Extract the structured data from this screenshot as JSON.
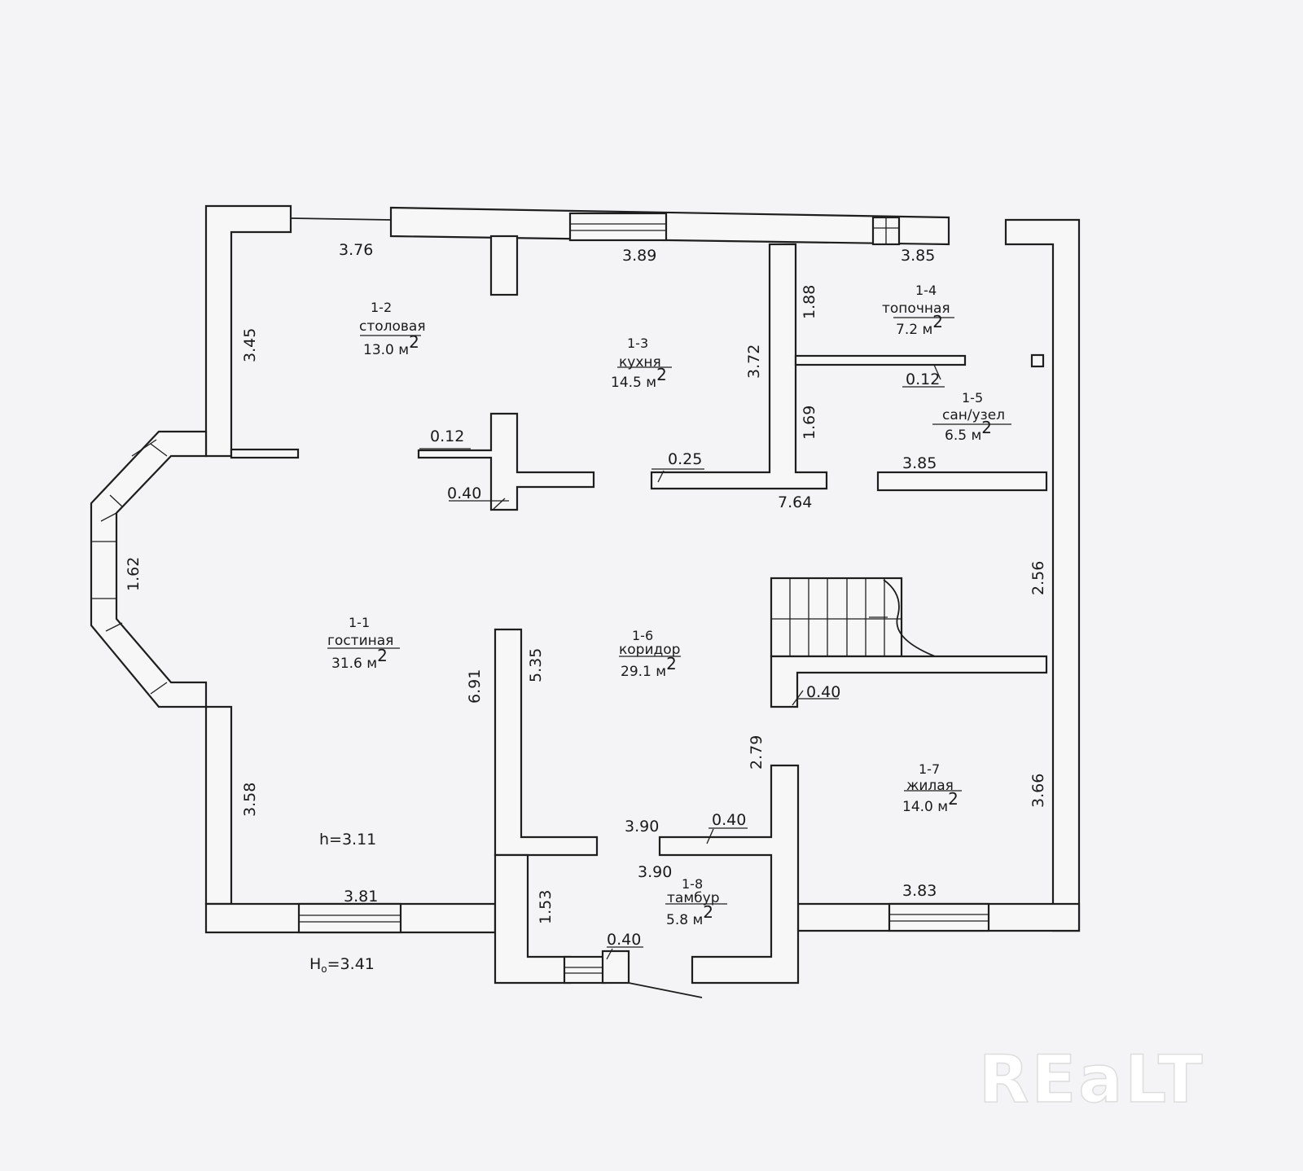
{
  "rooms": [
    {
      "id": "1-1",
      "name": "гостиная",
      "area": "31.6 м",
      "sup": "2"
    },
    {
      "id": "1-2",
      "name": "столовая",
      "area": "13.0 м",
      "sup": "2"
    },
    {
      "id": "1-3",
      "name": "кухня",
      "area": "14.5 м",
      "sup": "2"
    },
    {
      "id": "1-4",
      "name": "топочная",
      "area": "7.2  м",
      "sup": "2"
    },
    {
      "id": "1-5",
      "name": "сан/узел",
      "area": "6.5  м",
      "sup": "2"
    },
    {
      "id": "1-6",
      "name": "коридор",
      "area": "29.1 м",
      "sup": "2"
    },
    {
      "id": "1-7",
      "name": "жилая",
      "area": "14.0 м",
      "sup": "2"
    },
    {
      "id": "1-8",
      "name": "тамбур",
      "area": "5.8  м",
      "sup": "2"
    }
  ],
  "dimensions": {
    "d_3_76": "3.76",
    "d_3_89": "3.89",
    "d_3_85_top": "3.85",
    "d_3_45": "3.45",
    "d_1_88": "1.88",
    "d_3_72": "3.72",
    "d_0_12_a": "0.12",
    "d_1_69": "1.69",
    "d_0_12_b": "0.12",
    "d_0_40_a": "0.40",
    "d_0_25": "0.25",
    "d_7_64": "7.64",
    "d_3_85_mid": "3.85",
    "d_1_62": "1.62",
    "d_2_56": "2.56",
    "d_6_91": "6.91",
    "d_5_35": "5.35",
    "d_0_40_b": "0.40",
    "d_2_79": "2.79",
    "d_3_58": "3.58",
    "d_3_66": "3.66",
    "d_3_90_a": "3.90",
    "d_0_40_c": "0.40",
    "d_3_90_b": "3.90",
    "d_3_81": "3.81",
    "d_1_53": "1.53",
    "d_3_83": "3.83",
    "d_0_40_d": "0.40"
  },
  "heights": {
    "ceiling": "h=3.11",
    "floor_main": "H",
    "floor_sub": "о",
    "floor_value": "=3.41"
  },
  "watermark": "REaLT"
}
